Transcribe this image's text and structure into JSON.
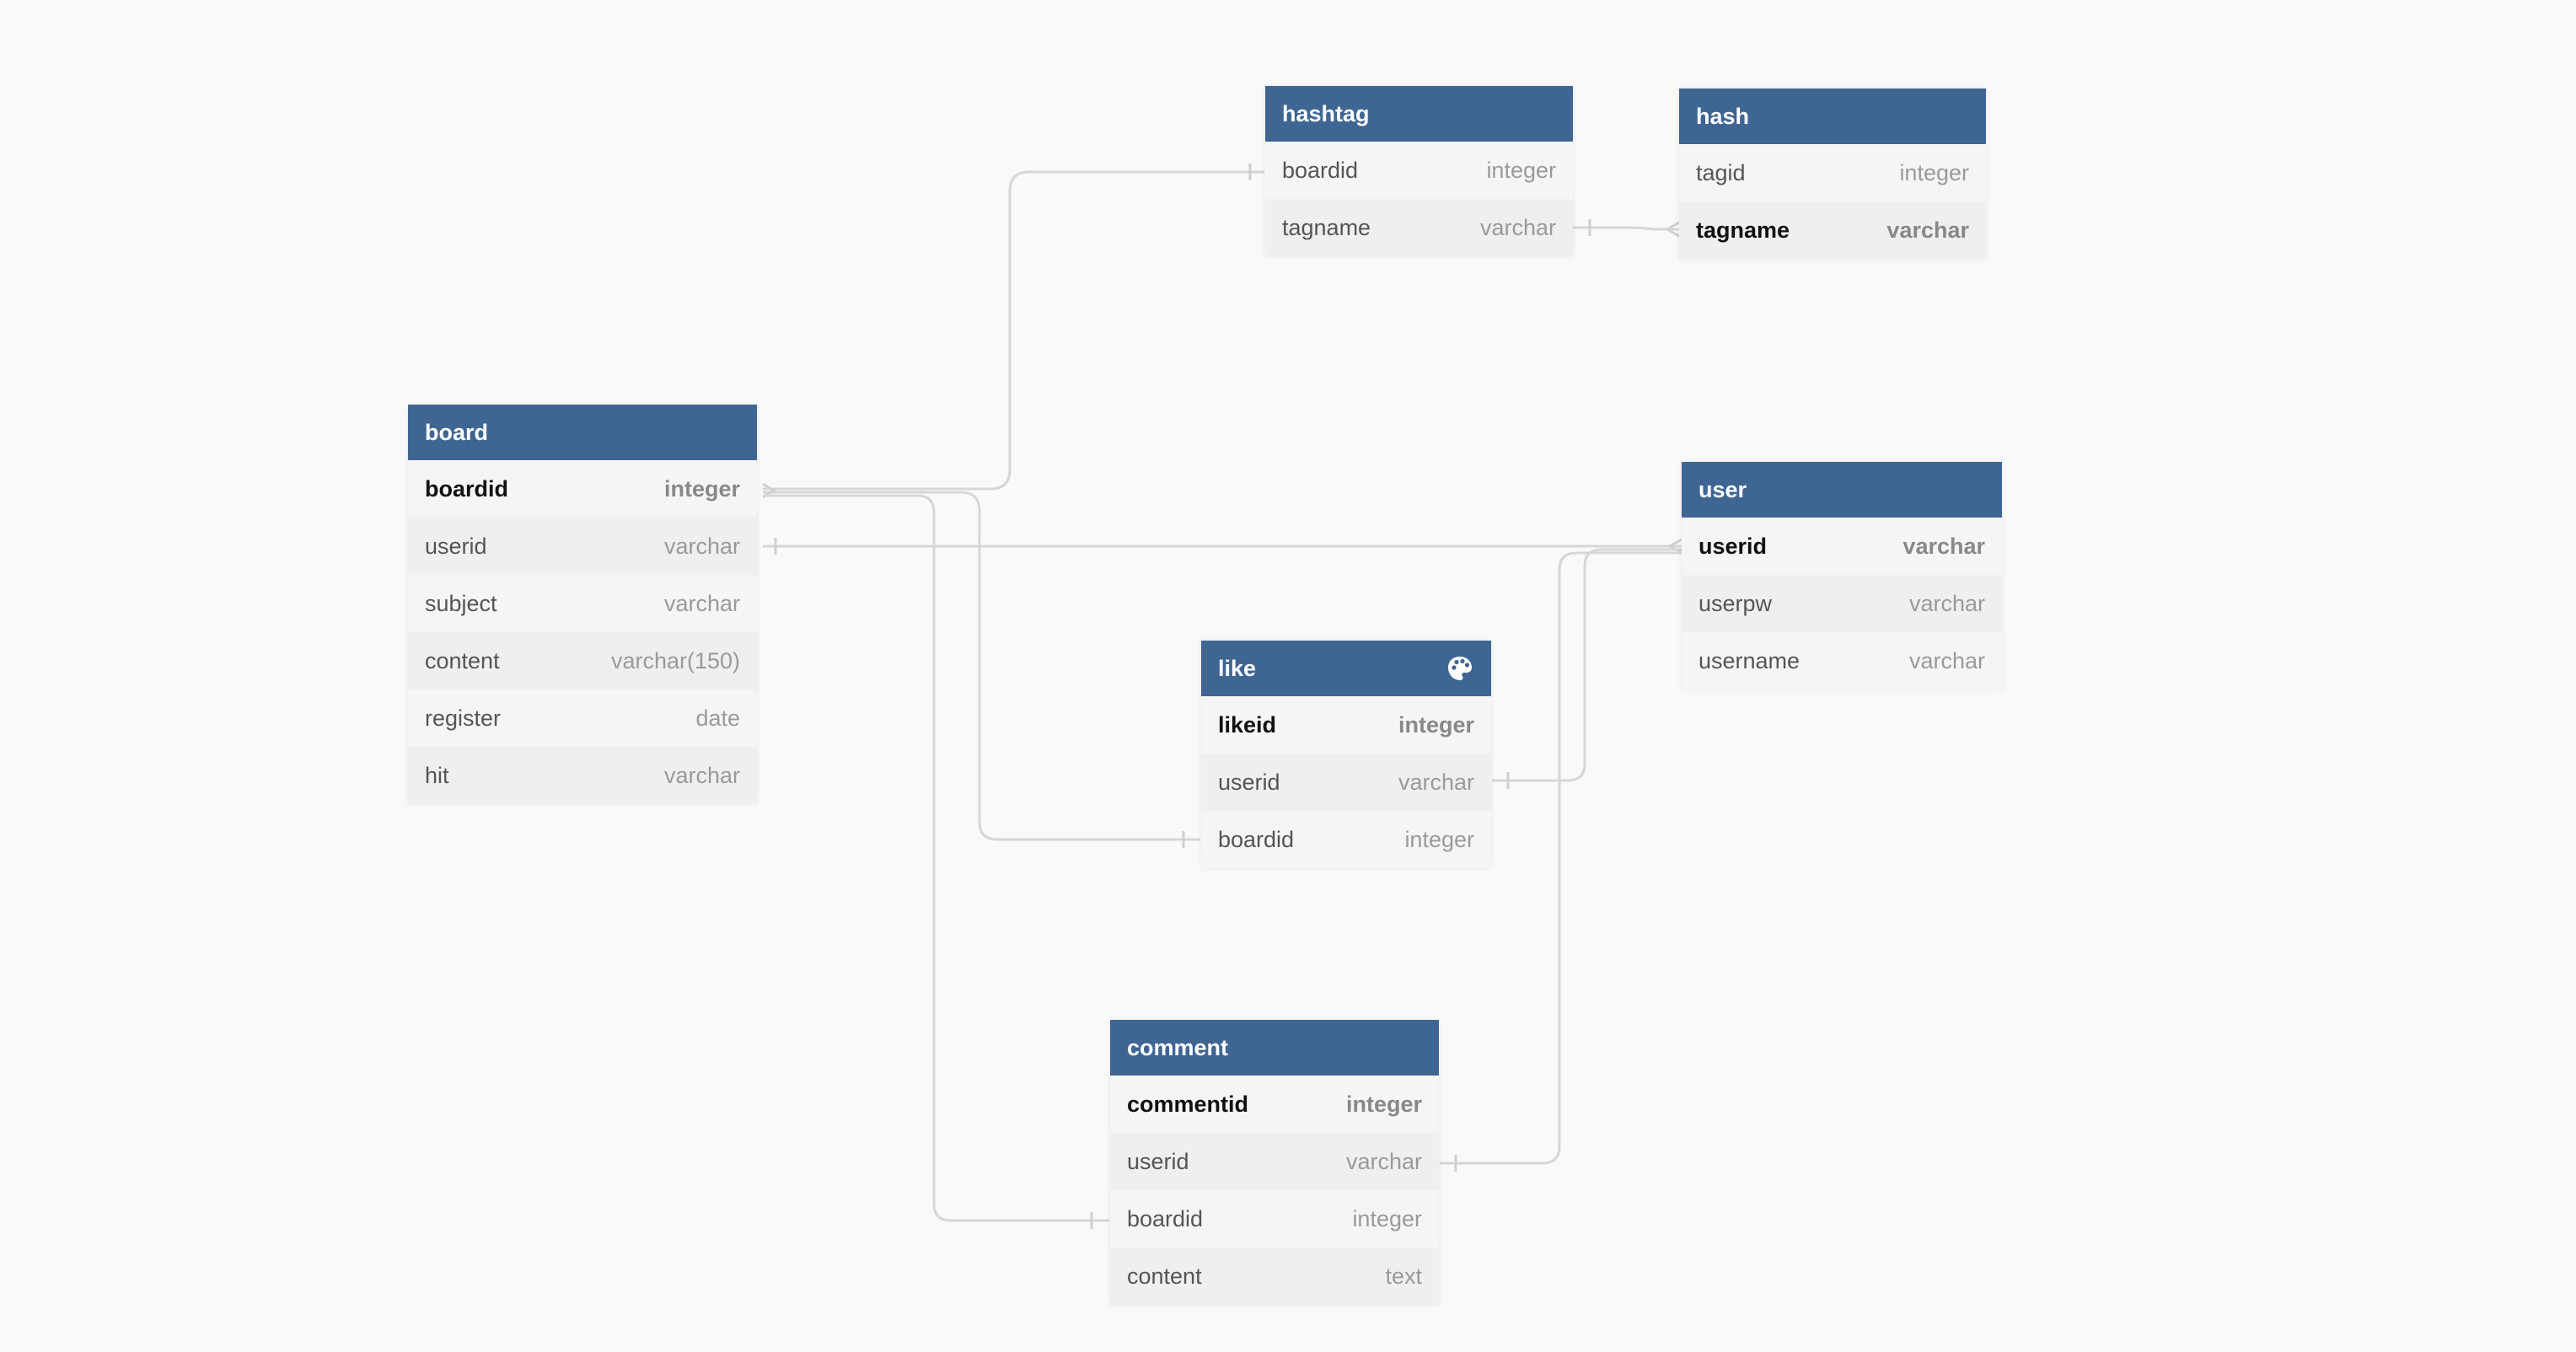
{
  "tables": {
    "hashtag": {
      "name": "hashtag",
      "columns": [
        {
          "name": "boardid",
          "type": "integer",
          "pk": false
        },
        {
          "name": "tagname",
          "type": "varchar",
          "pk": false
        }
      ]
    },
    "hash": {
      "name": "hash",
      "columns": [
        {
          "name": "tagid",
          "type": "integer",
          "pk": false
        },
        {
          "name": "tagname",
          "type": "varchar",
          "pk": true
        }
      ]
    },
    "board": {
      "name": "board",
      "columns": [
        {
          "name": "boardid",
          "type": "integer",
          "pk": true
        },
        {
          "name": "userid",
          "type": "varchar",
          "pk": false
        },
        {
          "name": "subject",
          "type": "varchar",
          "pk": false
        },
        {
          "name": "content",
          "type": "varchar(150)",
          "pk": false
        },
        {
          "name": "register",
          "type": "date",
          "pk": false
        },
        {
          "name": "hit",
          "type": "varchar",
          "pk": false
        }
      ]
    },
    "user": {
      "name": "user",
      "columns": [
        {
          "name": "userid",
          "type": "varchar",
          "pk": true
        },
        {
          "name": "userpw",
          "type": "varchar",
          "pk": false
        },
        {
          "name": "username",
          "type": "varchar",
          "pk": false
        }
      ]
    },
    "like": {
      "name": "like",
      "header_icon": "palette-icon",
      "columns": [
        {
          "name": "likeid",
          "type": "integer",
          "pk": true
        },
        {
          "name": "userid",
          "type": "varchar",
          "pk": false
        },
        {
          "name": "boardid",
          "type": "integer",
          "pk": false
        }
      ]
    },
    "comment": {
      "name": "comment",
      "columns": [
        {
          "name": "commentid",
          "type": "integer",
          "pk": true
        },
        {
          "name": "userid",
          "type": "varchar",
          "pk": false
        },
        {
          "name": "boardid",
          "type": "integer",
          "pk": false
        },
        {
          "name": "content",
          "type": "text",
          "pk": false
        }
      ]
    }
  },
  "relationships": [
    {
      "from": "board.boardid",
      "to": "hashtag.boardid"
    },
    {
      "from": "hashtag.tagname",
      "to": "hash.tagname"
    },
    {
      "from": "board.userid",
      "to": "user.userid"
    },
    {
      "from": "board.boardid",
      "to": "like.boardid"
    },
    {
      "from": "like.userid",
      "to": "user.userid"
    },
    {
      "from": "board.boardid",
      "to": "comment.boardid"
    },
    {
      "from": "comment.userid",
      "to": "user.userid"
    }
  ],
  "colors": {
    "header": "#3f6593",
    "background": "#f9f9f9",
    "connector": "#d6d6d6"
  }
}
